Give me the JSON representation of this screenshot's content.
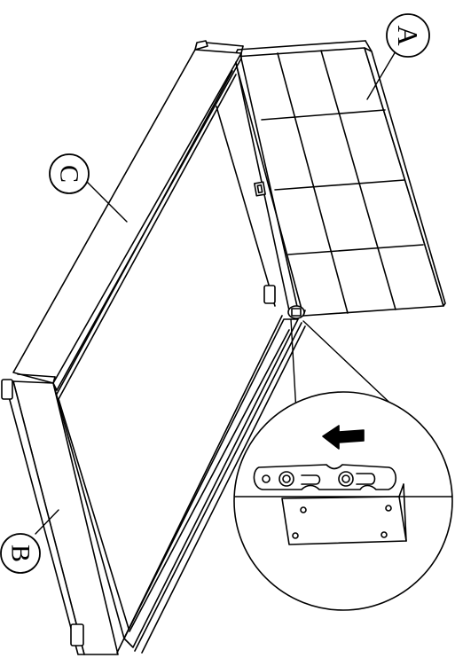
{
  "diagram": {
    "labels": {
      "a": "A",
      "b": "B",
      "c": "C"
    },
    "colors": {
      "stroke": "#000000",
      "fill": "#ffffff"
    }
  }
}
